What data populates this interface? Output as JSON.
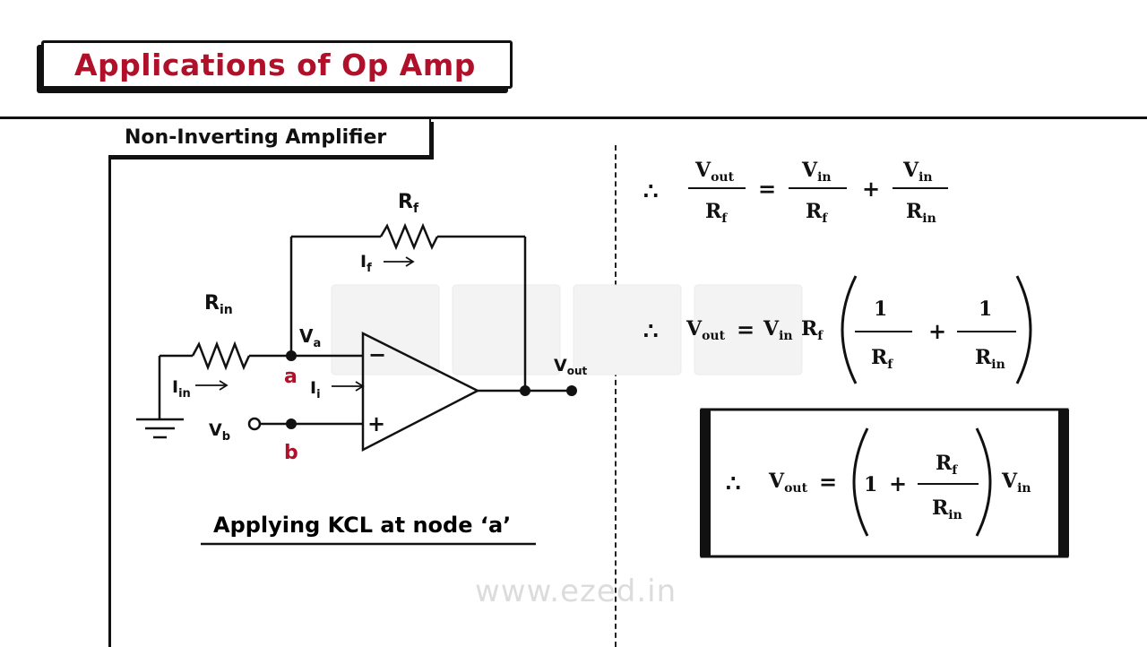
{
  "header": {
    "title": "Applications of Op Amp"
  },
  "section": {
    "title": "Non-Inverting Amplifier"
  },
  "circuit": {
    "labels": {
      "rf": "R",
      "rf_sub": "f",
      "rin": "R",
      "rin_sub": "in",
      "if": "I",
      "if_sub": "f",
      "iin": "I",
      "iin_sub": "in",
      "ii": "I",
      "ii_sub": "i",
      "va": "V",
      "va_sub": "a",
      "vb": "V",
      "vb_sub": "b",
      "vout": "V",
      "vout_sub": "out",
      "node_a": "a",
      "node_b": "b",
      "minus": "−",
      "plus": "+"
    },
    "caption": "Applying KCL at node ‘a’"
  },
  "equations": {
    "therefore": "∴",
    "v": "V",
    "r": "R",
    "out": "out",
    "in": "in",
    "f": "f",
    "one": "1",
    "equals": "=",
    "plus": "+"
  },
  "watermark": {
    "url": "www.ezed.in"
  }
}
